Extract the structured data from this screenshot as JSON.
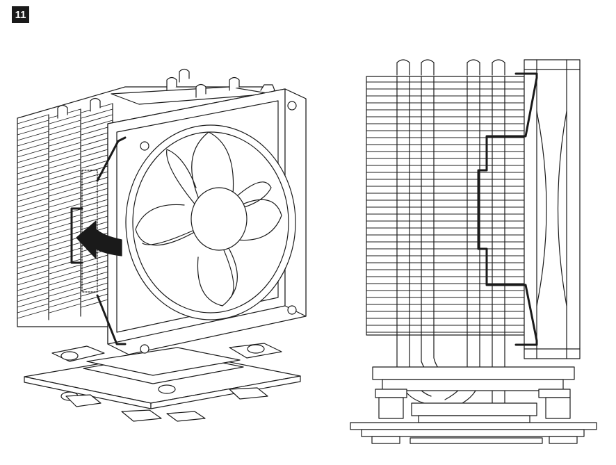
{
  "step": {
    "number": "11"
  },
  "figures": [
    {
      "id": "perspective-view",
      "icon": "cooler-fan-clip-install-perspective"
    },
    {
      "id": "side-view",
      "icon": "cooler-fan-clip-install-side"
    }
  ],
  "colors": {
    "line": "#1a1a1a",
    "fill": "#ffffff",
    "badge": "#1a1a1a"
  }
}
